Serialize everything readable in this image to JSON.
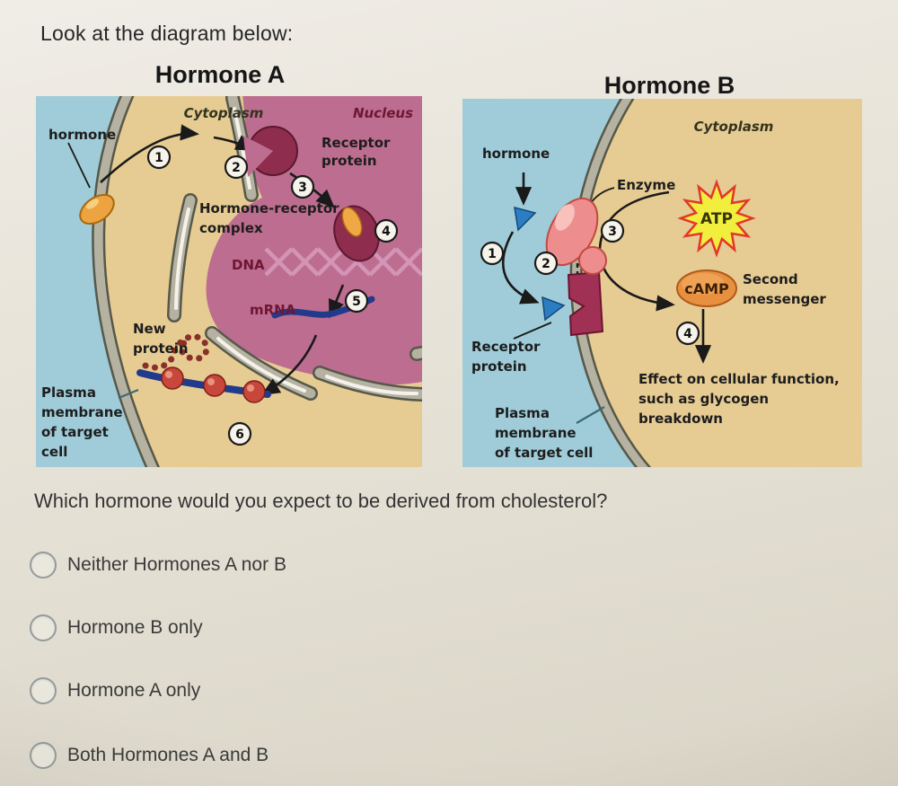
{
  "page": {
    "prompt": "Look at the diagram below:",
    "question": "Which hormone would you expect to be derived from cholesterol?"
  },
  "options": [
    {
      "label": "Neither Hormones A nor B"
    },
    {
      "label": "Hormone B only"
    },
    {
      "label": "Hormone A only"
    },
    {
      "label": "Both Hormones A and B"
    }
  ],
  "diagram_a": {
    "title": "Hormone A",
    "labels": {
      "cytoplasm": "Cytoplasm",
      "nucleus": "Nucleus",
      "hormone": "hormone",
      "receptor_protein": [
        "Receptor",
        "protein"
      ],
      "hormone_receptor_complex": [
        "Hormone-receptor",
        "complex"
      ],
      "dna": "DNA",
      "mrna": "mRNA",
      "new_protein": [
        "New",
        "protein"
      ],
      "plasma_membrane": [
        "Plasma",
        "membrane",
        "of target",
        "cell"
      ]
    },
    "steps": [
      "1",
      "2",
      "3",
      "4",
      "5",
      "6"
    ]
  },
  "diagram_b": {
    "title": "Hormone B",
    "labels": {
      "cytoplasm": "Cytoplasm",
      "hormone": "hormone",
      "enzyme": "Enzyme",
      "atp": "ATP",
      "camp": "cAMP",
      "second_messenger": [
        "Second",
        "messenger"
      ],
      "receptor_protein": [
        "Receptor",
        "protein"
      ],
      "plasma_membrane": [
        "Plasma",
        "membrane",
        "of target cell"
      ],
      "effect": [
        "Effect on cellular function,",
        "such as glycogen",
        "breakdown"
      ]
    },
    "steps": [
      "1",
      "2",
      "3",
      "4"
    ]
  },
  "colors": {
    "extracellular_blue": "#9fccd8",
    "cytoplasm_tan": "#e6cb92",
    "nucleus_pink": "#bd6d8f",
    "membrane_gray": "#b5b2a2",
    "membrane_edge": "#56584a",
    "hormone_orange": "#eda440",
    "receptor_maroon": "#8e2d4e",
    "receptor_b_maroon": "#a13055",
    "enzyme_pink": "#ee8d8e",
    "atp_yellow": "#f2ee3d",
    "atp_edge": "#e2372b",
    "camp_orange": "#e89040",
    "mrna_navy": "#223a8c",
    "dna_pink": "#d494b6",
    "ribosome_red": "#c8463a",
    "signal_triangle_blue": "#2b7ec2"
  }
}
